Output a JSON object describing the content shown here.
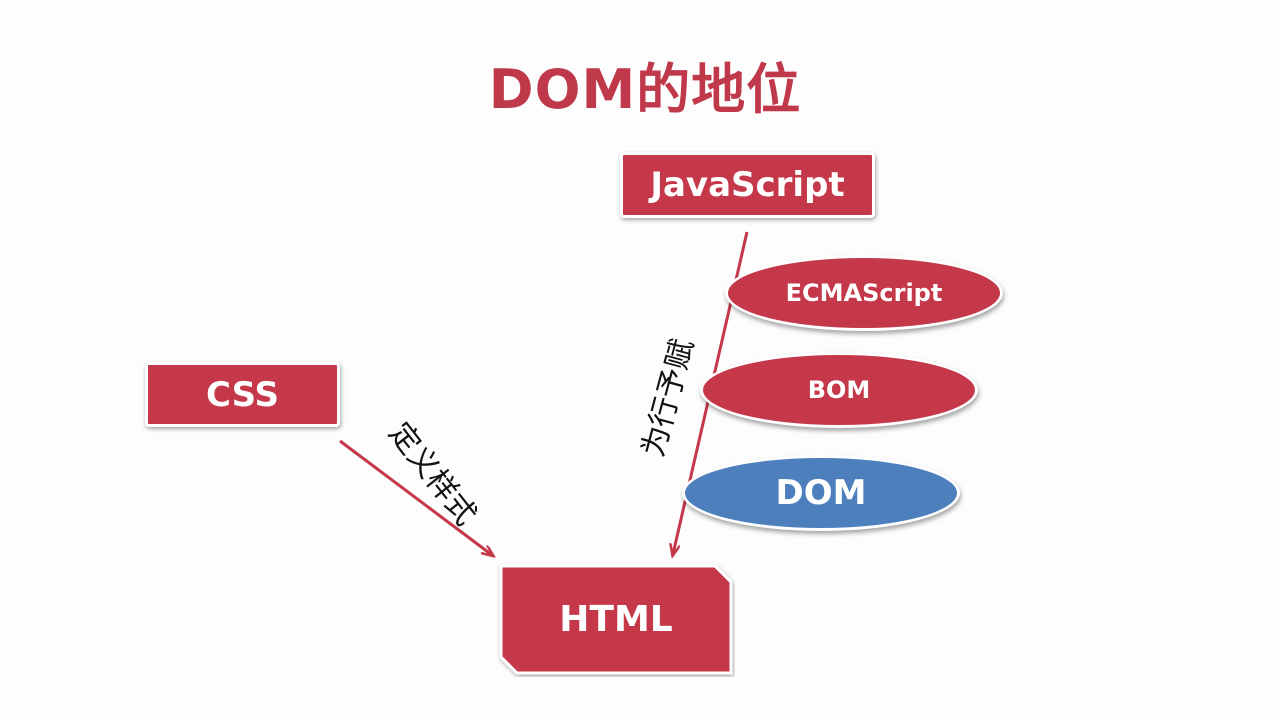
{
  "title": "DOM的地位",
  "nodes": {
    "javascript": "JavaScript",
    "css": "CSS",
    "html": "HTML"
  },
  "js_parts": {
    "ecmascript": "ECMAScript",
    "bom": "BOM",
    "dom": "DOM"
  },
  "edges": {
    "css_to_html": "定义样式",
    "js_to_html": "为行予赋"
  },
  "colors": {
    "title": "#c0394b",
    "node_red": "#c4384a",
    "dom_blue": "#4e7fbd",
    "arrow": "#c4384a"
  }
}
